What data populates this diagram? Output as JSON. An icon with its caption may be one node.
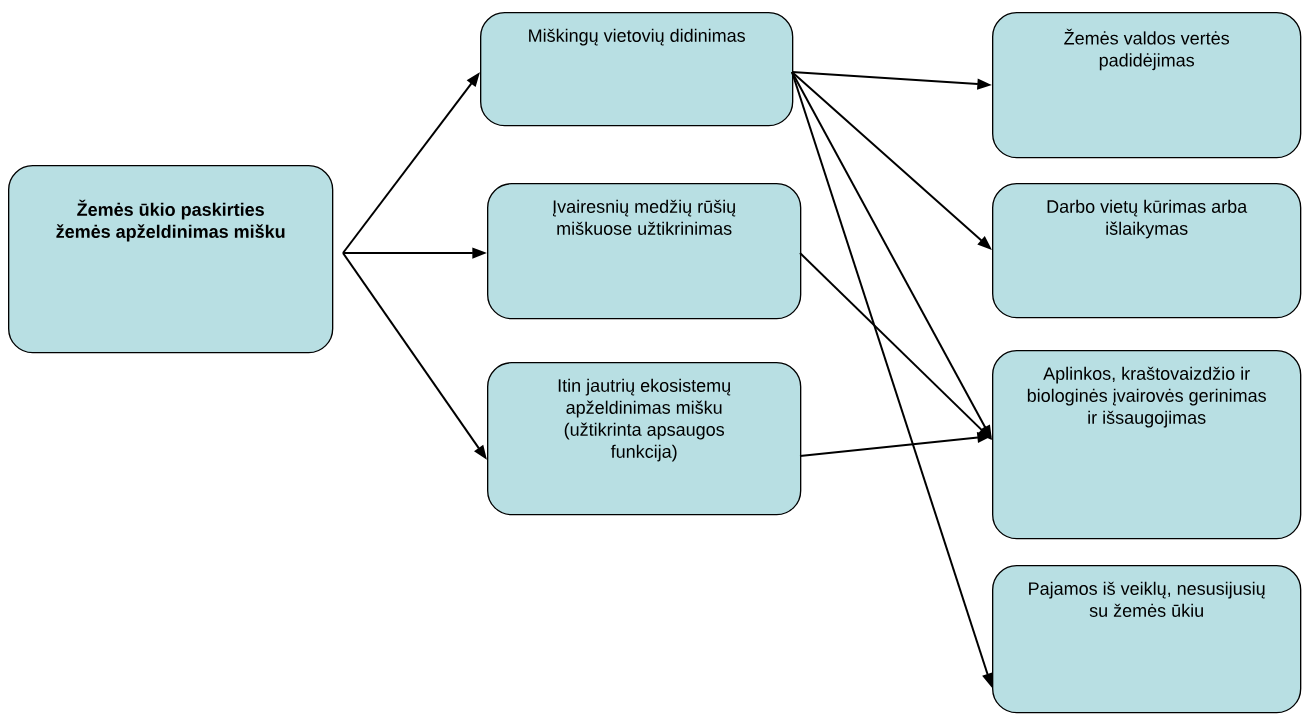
{
  "diagram": {
    "nodes": [
      {
        "text": [
          "Žemės ūkio paskirties žemės apželdinimas mišku"
        ]
      },
      {
        "text": [
          "Miškingų vietovių didinimas"
        ]
      },
      {
        "text": [
          "Įvairesnių medžių rūšių miškuose užtikrinimas"
        ]
      },
      {
        "text": [
          "Itin jautrių ekosistemų apželdinimas mišku (užtikrinta apsaugos funkcija)"
        ]
      },
      {
        "text": [
          "Žemės valdos vertės padidėjimas"
        ]
      },
      {
        "text": [
          "Darbo vietų kūrimas arba išlaikymas"
        ]
      },
      {
        "text": [
          "Aplinkos, kraštovaizdžio ir biologinės įvairovės gerinimas ir išsaugojimas"
        ]
      },
      {
        "text": [
          "Pajamos iš veiklų, nesusijusių su žemės ūkiu"
        ]
      }
    ],
    "edges": [
      {
        "from": 0,
        "to": 1,
        "arrow": "to"
      },
      {
        "from": 0,
        "to": 2,
        "arrow": "to"
      },
      {
        "from": 0,
        "to": 3,
        "arrow": "to"
      },
      {
        "from": 1,
        "to": 4,
        "arrow": "to"
      },
      {
        "from": 1,
        "to": 5,
        "arrow": "to"
      },
      {
        "from": 1,
        "to": 6,
        "arrow": "to"
      },
      {
        "from": 1,
        "to": 7,
        "arrow": "to"
      },
      {
        "from": 2,
        "to": 6,
        "arrow": "to"
      },
      {
        "from": 3,
        "to": 6,
        "arrow": "to"
      }
    ]
  }
}
